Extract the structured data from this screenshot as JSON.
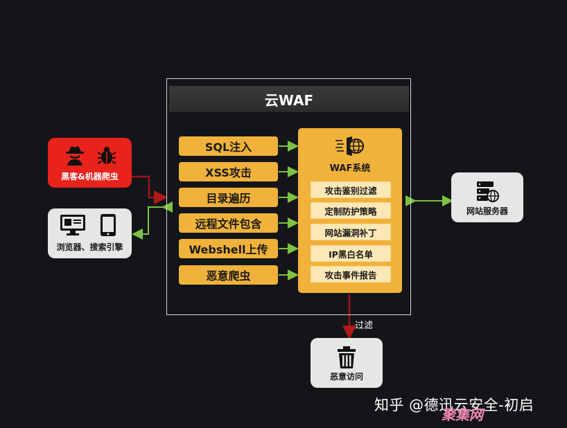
{
  "waf": {
    "title": "云WAF",
    "system_label": "WAF系统",
    "threats": [
      "SQL注入",
      "XSS攻击",
      "目录遍历",
      "远程文件包含",
      "Webshell上传",
      "恶意爬虫"
    ],
    "features": [
      "攻击鉴别过滤",
      "定制防护策略",
      "网站漏洞补丁",
      "IP黑白名单",
      "攻击事件报告"
    ]
  },
  "sources": {
    "attackers": "黑客&机器爬虫",
    "users": "浏览器、搜索引擎"
  },
  "server": {
    "label": "网站服务器"
  },
  "filter": {
    "label": "过滤"
  },
  "trash": {
    "label": "恶意访问"
  },
  "watermark": {
    "text": "知乎 @德迅云安全-初启",
    "overlay": "聚集网"
  },
  "colors": {
    "background": "#141519",
    "accent_orange": "#f0b23a",
    "feature_fill": "#fbe8b6",
    "attack_red": "#e8231c",
    "arrow_green": "#7dc242",
    "arrow_red": "#a01414"
  },
  "icons": [
    "hacker-icon",
    "bug-icon",
    "monitor-icon",
    "phone-icon",
    "waf-shield-icon",
    "server-icon",
    "trash-icon"
  ]
}
